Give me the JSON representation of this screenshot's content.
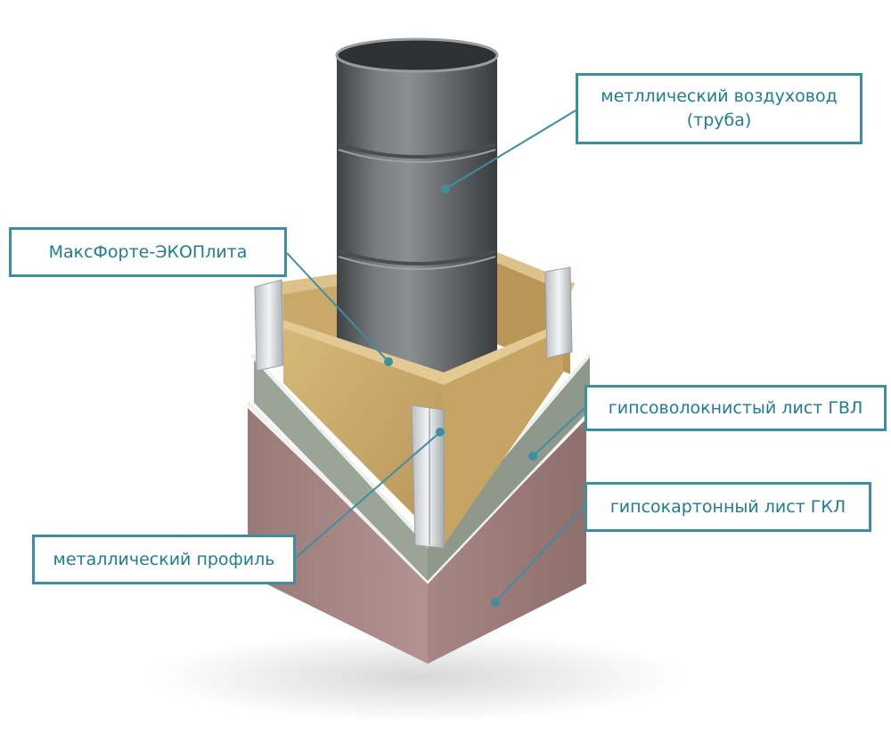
{
  "labels": {
    "duct_line1": "метллический воздуховод",
    "duct_line2": "(труба)",
    "slab": "МаксФорте-ЭКОПлита",
    "gvl": "гипсоволокнистый лист ГВЛ",
    "gkl": "гипсокартонный лист ГКЛ",
    "profile": "металлический профиль"
  },
  "colors": {
    "label_border": "#3c8fa0",
    "label_text": "#1f7d92",
    "leader_line": "#3c8fa0",
    "pipe": "#6b6e71",
    "insulation": "#c9a866",
    "gvl_sheet": "#9ea89c",
    "gkl_sheet": "#a07f7b",
    "profile": "#d8dcde"
  }
}
